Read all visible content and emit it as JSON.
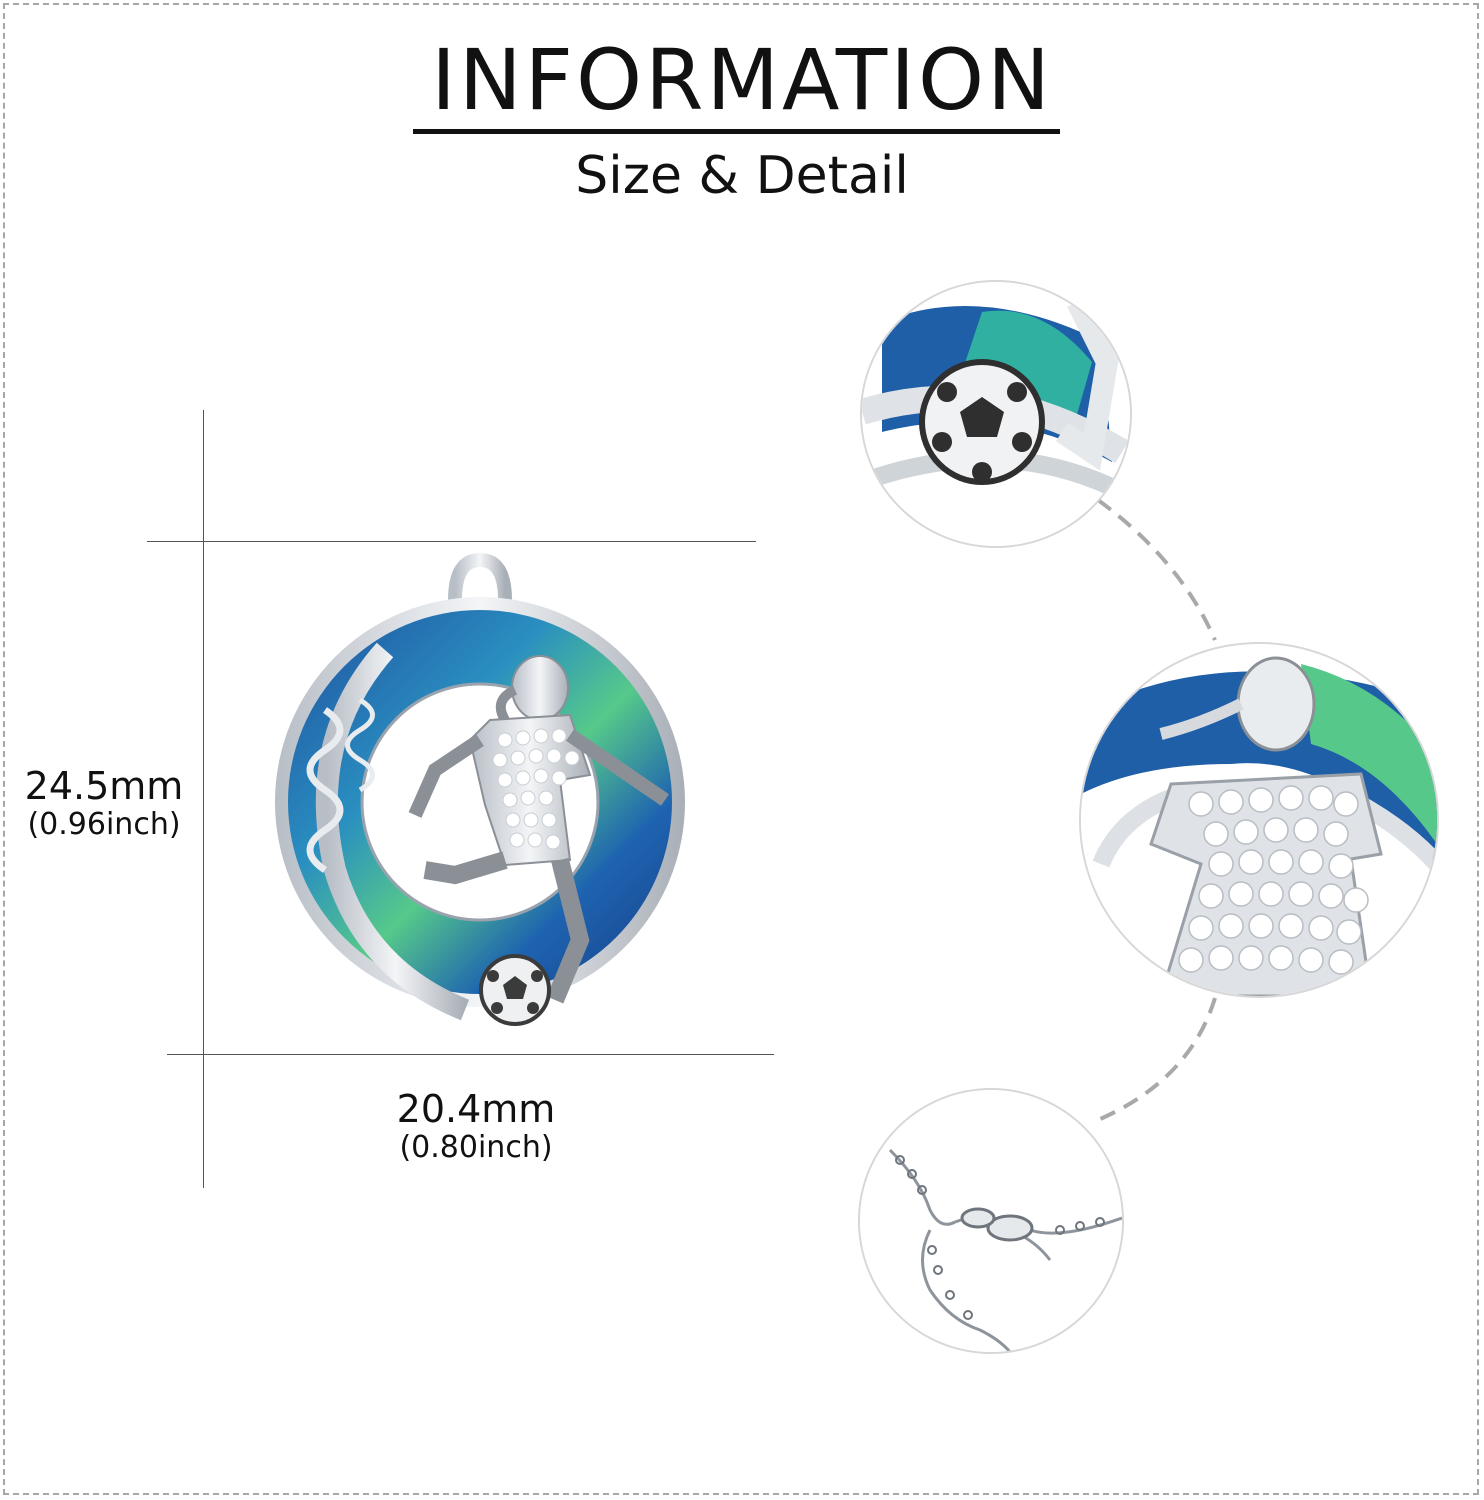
{
  "header": {
    "title": "INFORMATION",
    "subtitle": "Size & Detail"
  },
  "dimensions": {
    "height_mm": "24.5mm",
    "height_inch": "(0.96inch)",
    "width_mm": "20.4mm",
    "width_inch": "(0.80inch)"
  },
  "images": {
    "pendant": "soccer-girl-pendant",
    "detail_ball": "soccer-ball-detail",
    "detail_player": "player-detail",
    "detail_chain": "chain-clasp-detail"
  },
  "colors": {
    "crystal_blue": "#1f5fa8",
    "crystal_teal": "#2fb0a0",
    "crystal_green": "#56c98a",
    "silver": "#d9dde2",
    "dark_metal": "#3b3b3b"
  }
}
